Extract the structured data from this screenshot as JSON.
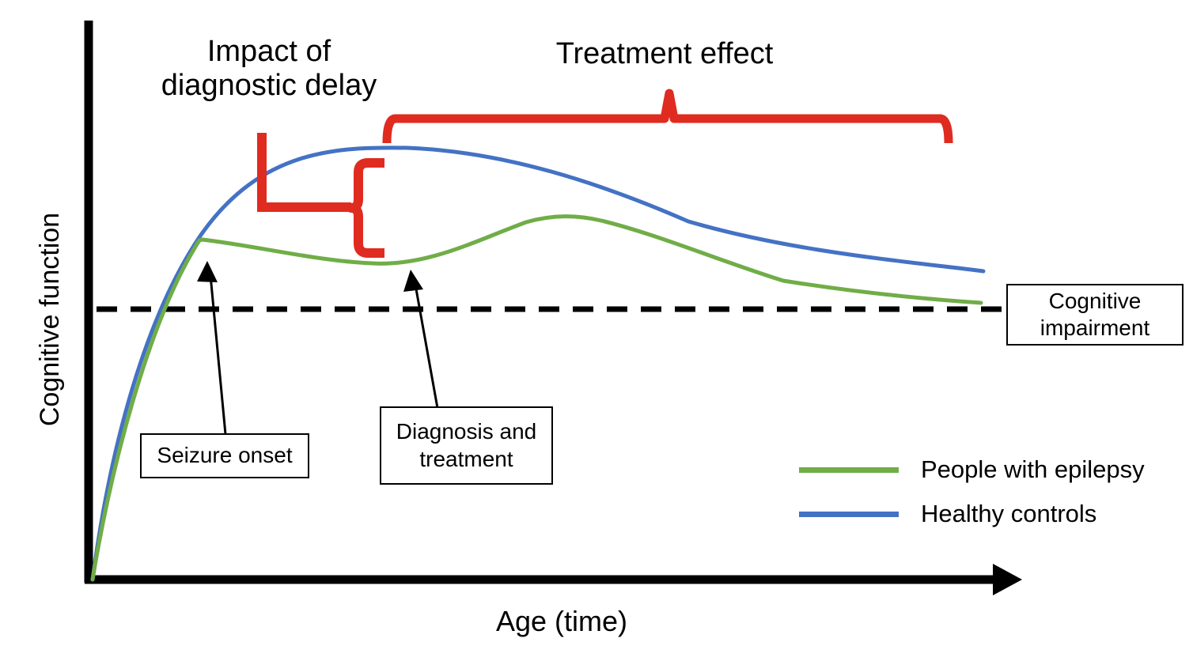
{
  "figure": {
    "headings": {
      "impact": "Impact of\ndiagnostic delay",
      "treatment": "Treatment effect"
    },
    "axes": {
      "y_title": "Cognitive function",
      "x_title": "Age (time)"
    },
    "callouts": {
      "seizure_onset": "Seizure onset",
      "diagnosis_treatment": "Diagnosis and\ntreatment",
      "cognitive_impairment": "Cognitive\nimpairment"
    },
    "legend": [
      {
        "label": "People with epilepsy",
        "color": "#70AD47"
      },
      {
        "label": "Healthy controls",
        "color": "#4472C4"
      }
    ],
    "colors": {
      "epilepsy": "#70AD47",
      "controls": "#4472C4",
      "bracket": "#E02B20",
      "axis": "#000000",
      "threshold": "#000000"
    }
  },
  "chart_data": {
    "type": "line",
    "title": "",
    "xlabel": "Age (time)",
    "ylabel": "Cognitive function",
    "grid": false,
    "legend_position": "bottom-right",
    "xlim": [
      0,
      100
    ],
    "ylim": [
      0,
      100
    ],
    "annotations": [
      {
        "name": "impact-of-diagnostic-delay",
        "text": "Impact of diagnostic delay",
        "type": "bracket",
        "x_range": [
          18,
          32
        ]
      },
      {
        "name": "treatment-effect",
        "text": "Treatment effect",
        "type": "bracket",
        "x_range": [
          32,
          92
        ]
      },
      {
        "name": "seizure-onset",
        "text": "Seizure onset",
        "type": "arrow-label",
        "x": 12,
        "y": 57
      },
      {
        "name": "diagnosis-and-treatment",
        "text": "Diagnosis and treatment",
        "type": "arrow-label",
        "x": 35,
        "y": 51
      },
      {
        "name": "cognitive-impairment",
        "text": "Cognitive impairment",
        "type": "threshold-label",
        "y": 46
      }
    ],
    "threshold_line": {
      "label": "Cognitive impairment",
      "y": 46,
      "style": "dashed"
    },
    "series": [
      {
        "name": "Healthy controls",
        "color": "#4472C4",
        "x": [
          0,
          3,
          6,
          9,
          12,
          16,
          21,
          28,
          35,
          45,
          55,
          65,
          75,
          85,
          95,
          100
        ],
        "y": [
          0,
          20,
          38,
          54,
          66,
          76,
          83,
          87,
          88,
          86,
          82,
          76,
          69,
          62,
          56,
          53
        ]
      },
      {
        "name": "People with epilepsy",
        "color": "#70AD47",
        "x": [
          0,
          3,
          6,
          9,
          12,
          13,
          18,
          24,
          30,
          34,
          38,
          43,
          50,
          58,
          66,
          75,
          85,
          95,
          100
        ],
        "y": [
          0,
          18,
          35,
          50,
          59,
          59,
          57,
          55,
          54,
          54,
          57,
          63,
          68,
          70,
          69,
          66,
          60,
          54,
          47
        ]
      }
    ]
  }
}
